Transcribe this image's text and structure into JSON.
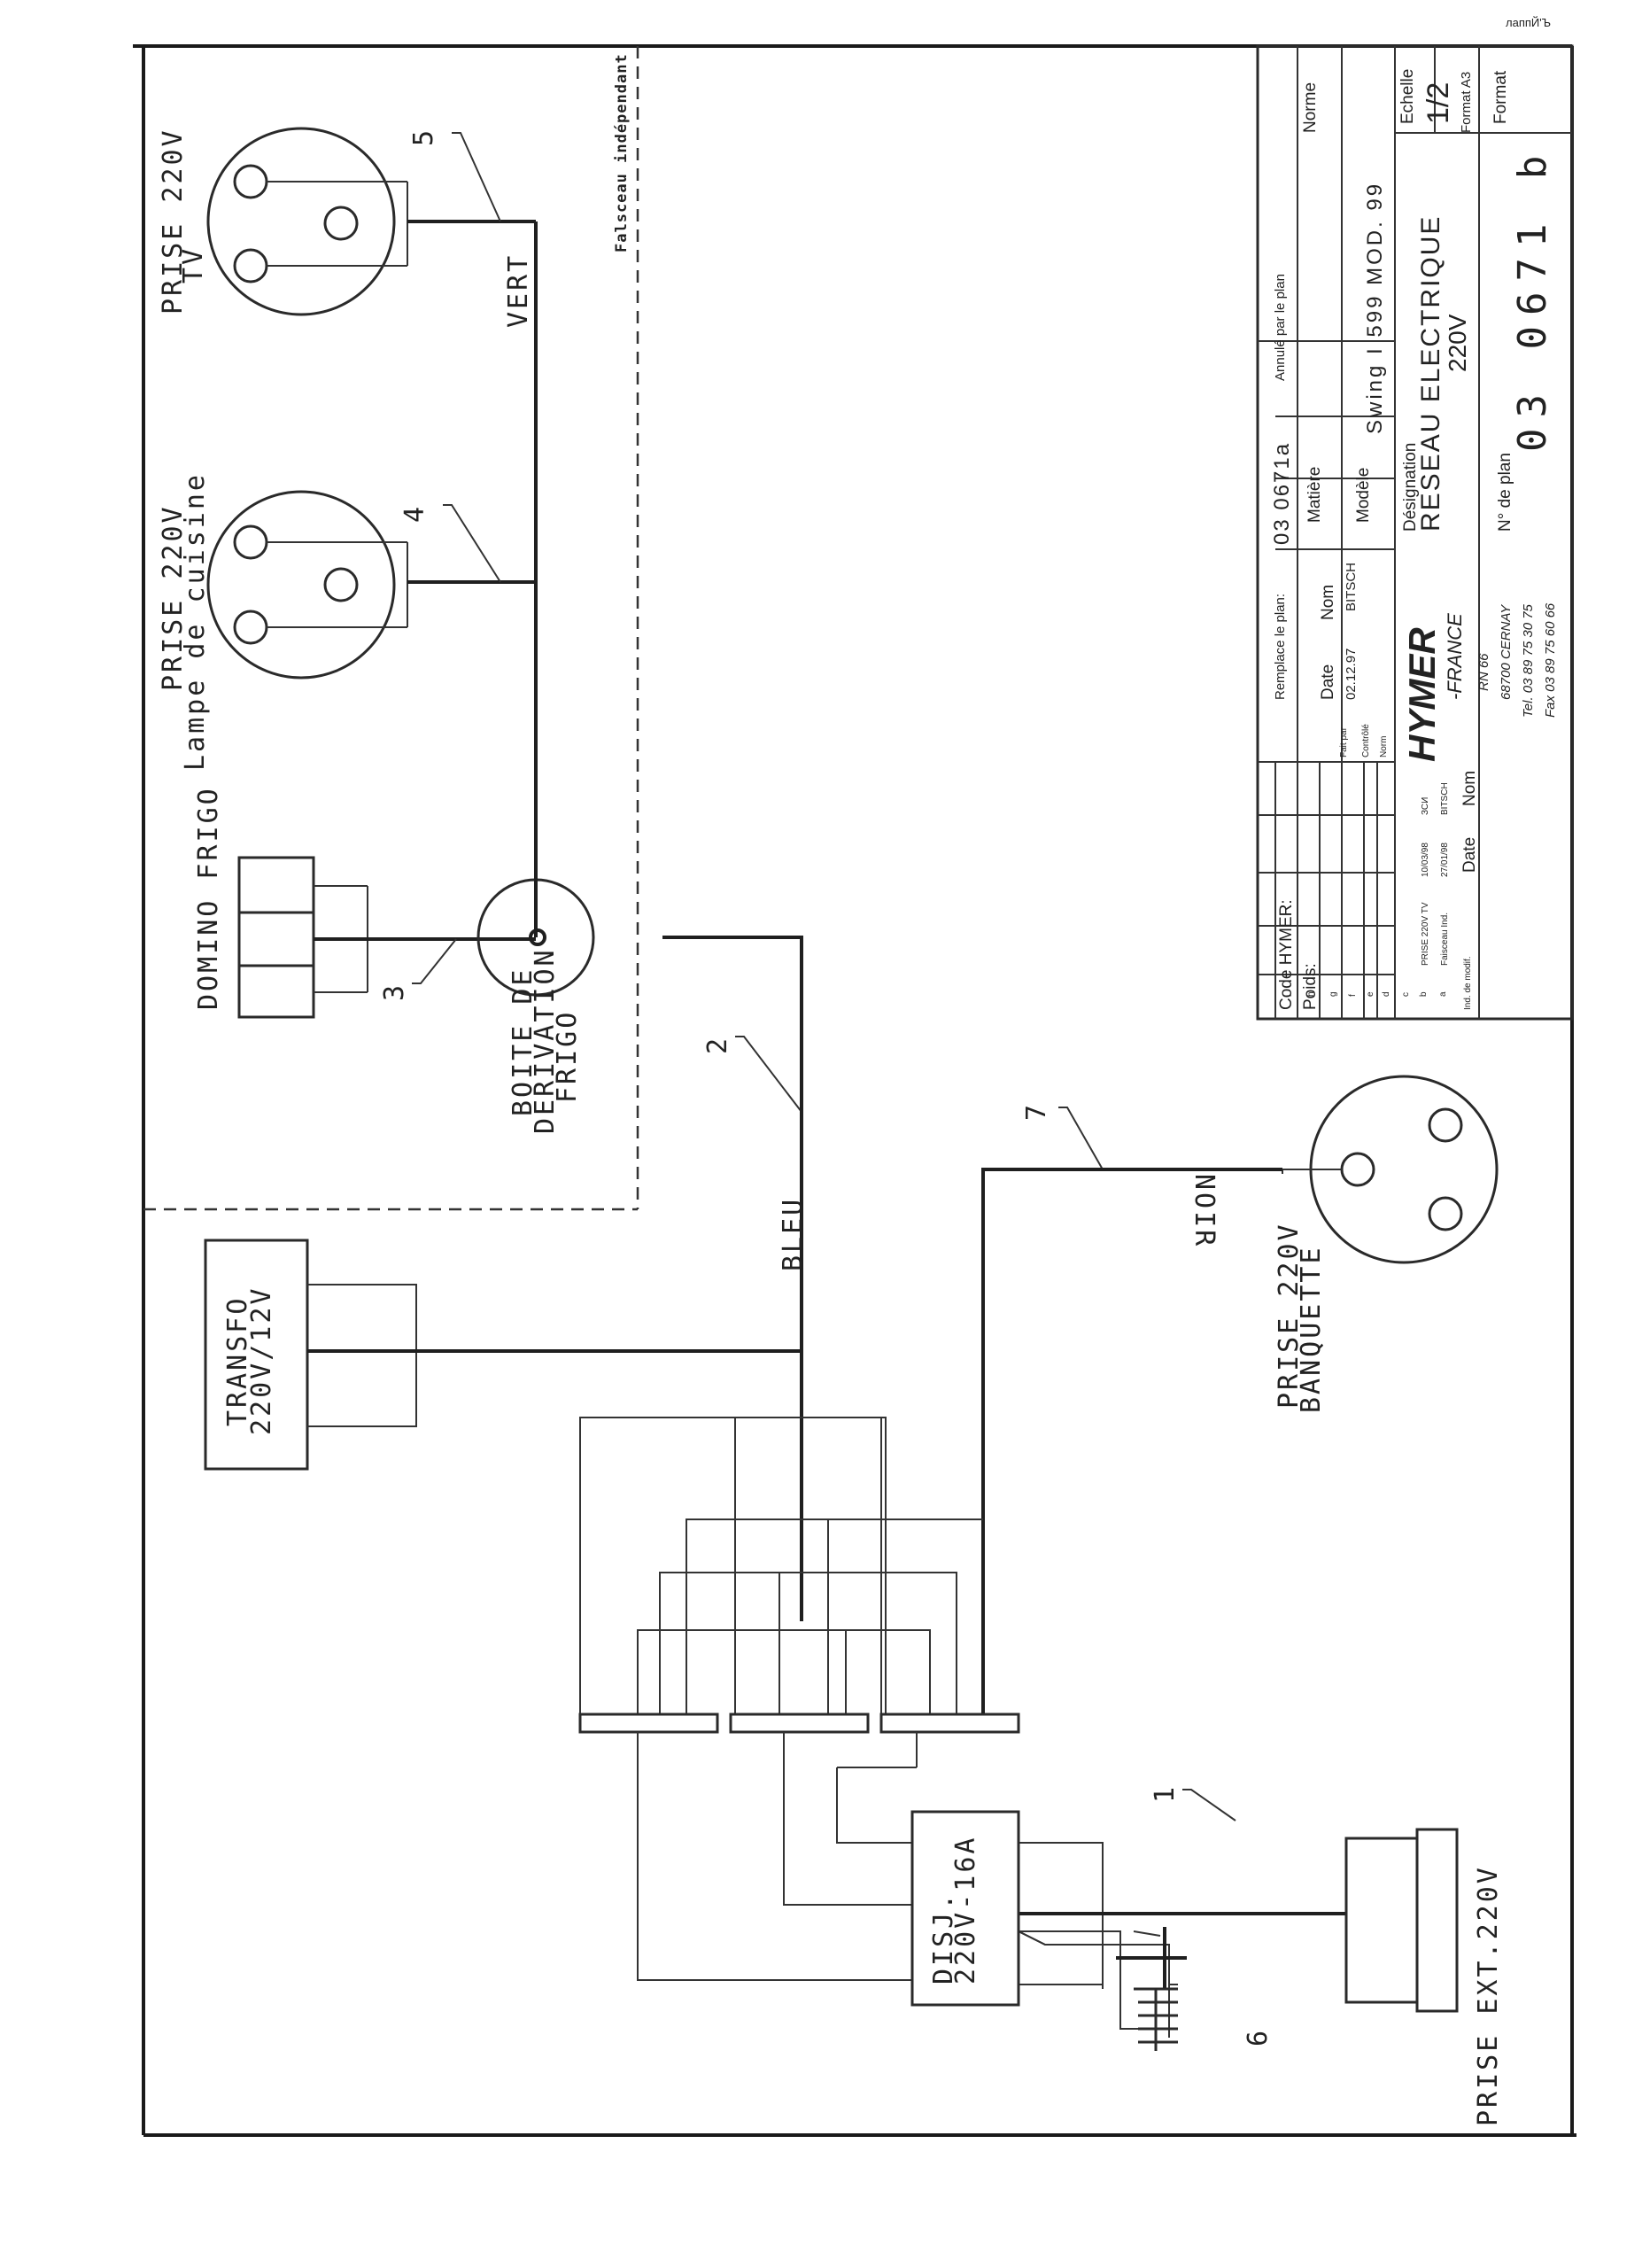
{
  "corner_note": "лаппЙ'Ъ",
  "labels": {
    "prise_tv": [
      "PRISE 220V",
      "TV"
    ],
    "prise_cuisine": [
      "PRISE 220V",
      "Lampe de cuisine"
    ],
    "domino": "DOMINO FRIGO",
    "boite": [
      "BOITE DE",
      "DERIVATION",
      "FRIGO"
    ],
    "transfo": [
      "TRANSFO",
      "220V/12V"
    ],
    "prise_banquette": [
      "PRISE 220V",
      "BANQUETTE"
    ],
    "disj": [
      "DISJ.",
      "220V-16A"
    ],
    "prise_ext": "PRISE EXT.220V",
    "faisceau": "Falsceau indépendant",
    "vert": "VERT",
    "bleu": "BLEU",
    "noir": "NOIR"
  },
  "wire_numbers": [
    "1",
    "2",
    "3",
    "4",
    "5",
    "6",
    "7"
  ],
  "title_block": {
    "code_label": "Code HYMER:",
    "poids_label": "Poids:",
    "remplace_label": "Remplace le plan:",
    "remplace_value": "03 0671a",
    "annule_label": "Annulé par le plan",
    "norme_label": "Norme",
    "date_label": "Date",
    "nom_label": "Nom",
    "fait_par_label": "Fait par",
    "fait_par_date": "02.12.97",
    "fait_par_nom": "BITSCH",
    "controle_label": "Contrôlé",
    "norm_label": "Norm",
    "matiere_label": "Matière",
    "modele_label": "Modèle",
    "modele_value": "Swing I 599 MOD. 99",
    "designation_label": "Désignation",
    "designation_value": [
      "RESEAU ELECTRIQUE",
      "220V"
    ],
    "echelle_label": "Echelle",
    "echelle_value": "1/2",
    "format_label": "Format A3",
    "format2_label": "Format",
    "plan_no_label": "N° de plan",
    "plan_no_value": "03 0671 b",
    "company": {
      "name": "HYMER",
      "sub": "-FRANCE",
      "address": [
        "RN 66",
        "68700 CERNAY",
        "Tel. 03 89 75 30 75",
        "Fax 03 89 75 60 66"
      ]
    },
    "revisions": [
      {
        "ind": "i",
        "desc": "",
        "date": "",
        "nom": ""
      },
      {
        "ind": "h",
        "desc": "",
        "date": "",
        "nom": ""
      },
      {
        "ind": "g",
        "desc": "",
        "date": "",
        "nom": ""
      },
      {
        "ind": "f",
        "desc": "",
        "date": "",
        "nom": ""
      },
      {
        "ind": "e",
        "desc": "",
        "date": "",
        "nom": ""
      },
      {
        "ind": "d",
        "desc": "",
        "date": "",
        "nom": ""
      },
      {
        "ind": "c",
        "desc": "",
        "date": "",
        "nom": ""
      },
      {
        "ind": "b",
        "desc": "PRISE 220V TV",
        "date": "10/03/98",
        "nom": "ЗСИ"
      },
      {
        "ind": "a",
        "desc": "Faisceau Ind.",
        "date": "27/01/98",
        "nom": "BITSCH"
      }
    ],
    "rev_header": {
      "ind": "Ind. de modif.",
      "date": "Date",
      "nom": "Nom"
    }
  },
  "colors": {
    "ink": "#1f1f1f",
    "paper": "#ffffff"
  }
}
